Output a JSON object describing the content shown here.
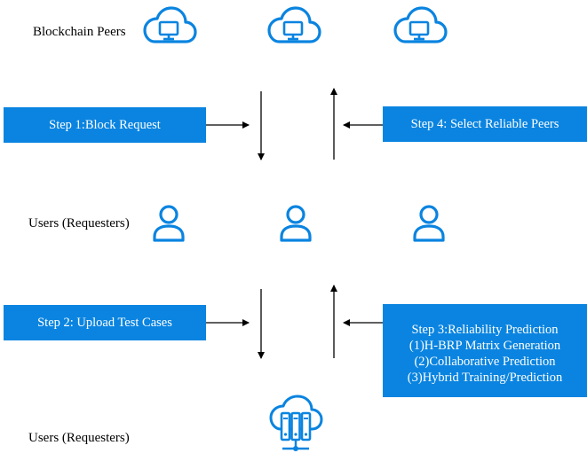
{
  "rows": {
    "peers_label": "Blockchain Peers",
    "users_label": "Users (Requesters)",
    "bottom_label": "Users (Requesters)"
  },
  "steps": {
    "step1": "Step 1:Block Request",
    "step2": "Step 2: Upload Test Cases",
    "step3": {
      "title": "Step 3:Reliability Prediction",
      "lines": [
        "(1)H-BRP Matrix Generation",
        "(2)Collaborative Prediction",
        "(3)Hybrid Training/Prediction"
      ]
    },
    "step4": "Step 4: Select Reliable Peers"
  },
  "icons": {
    "peers": [
      "cloud-computer-icon",
      "cloud-computer-icon",
      "cloud-computer-icon"
    ],
    "users": [
      "user-icon",
      "user-icon",
      "user-icon"
    ],
    "server": "cloud-server-icon"
  },
  "colors": {
    "accent": "#0a84e0",
    "box_text": "#ffffff",
    "arrow": "#000000"
  }
}
